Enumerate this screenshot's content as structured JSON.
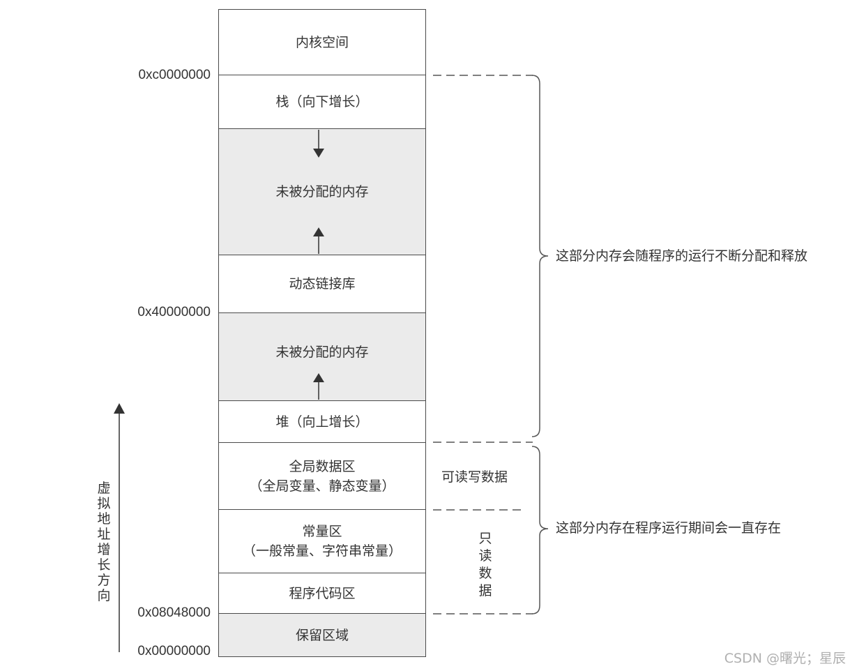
{
  "segments": {
    "kernel": "内核空间",
    "stack": "栈（向下增长）",
    "unallocated_upper": "未被分配的内存",
    "shared_libs": "动态链接库",
    "unallocated_lower": "未被分配的内存",
    "heap": "堆（向上增长）",
    "global_data_line1": "全局数据区",
    "global_data_line2": "（全局变量、静态变量）",
    "constants_line1": "常量区",
    "constants_line2": "（一般常量、字符串常量）",
    "code": "程序代码区",
    "reserved": "保留区域"
  },
  "addresses": {
    "kernel_boundary": "0xc0000000",
    "mmap_boundary": "0x40000000",
    "code_start": "0x08048000",
    "zero": "0x00000000"
  },
  "annotations": {
    "dynamic_region": "这部分内存会随程序的运行不断分配和释放",
    "static_region": "这部分内存在程序运行期间会一直存在",
    "read_write": "可读写数据",
    "read_only_chars": [
      "只",
      "读",
      "数",
      "据"
    ]
  },
  "axis": {
    "direction_chars": [
      "虚",
      "拟",
      "地",
      "址",
      "增",
      "长",
      "方",
      "向"
    ]
  },
  "watermark": "CSDN @曙光；星辰",
  "colors": {
    "border": "#4a4a4a",
    "unallocated_fill": "#ebebeb",
    "text": "#333333",
    "watermark": "#b0b0b0"
  }
}
